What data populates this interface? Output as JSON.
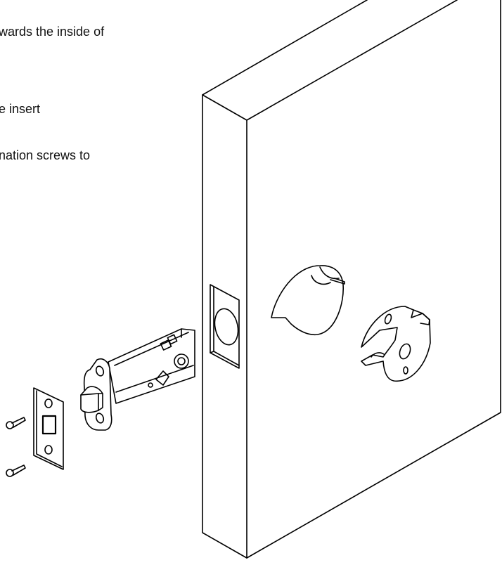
{
  "instructions": {
    "lines": [
      "wards the inside of",
      "",
      "e insert",
      "nation screws to"
    ]
  },
  "diagram": {
    "subject": "door-latch-installation",
    "parts": [
      "door",
      "edge-bore",
      "cross-bore",
      "mounting-plate",
      "latch",
      "strike-plate",
      "screws"
    ],
    "colors": {
      "line": "#000000",
      "background": "#ffffff"
    }
  }
}
